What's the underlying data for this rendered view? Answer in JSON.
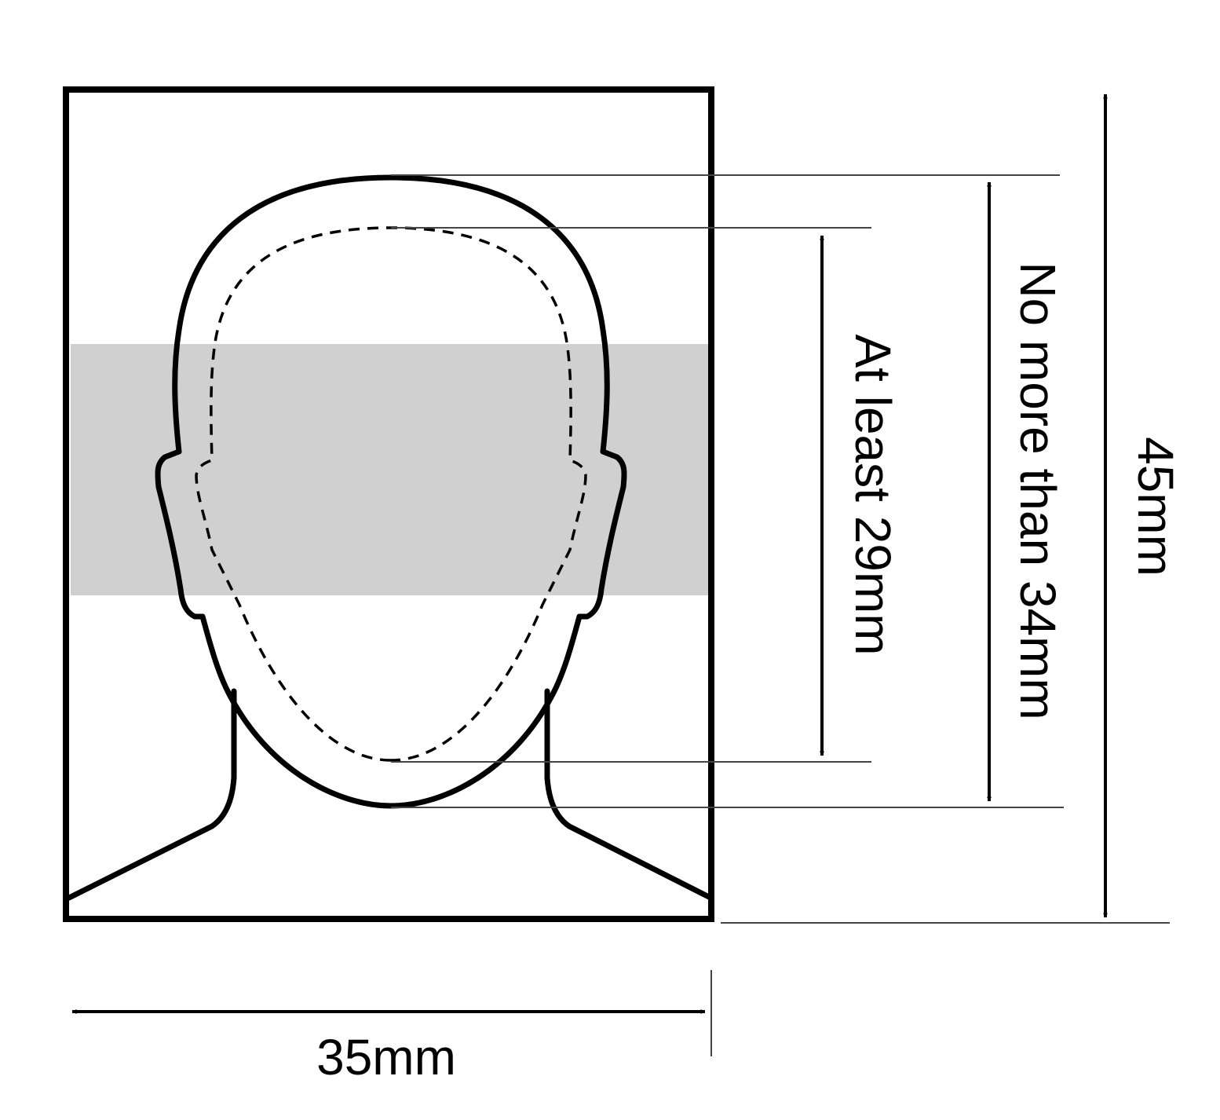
{
  "diagram": {
    "type": "passport-photo-size-guide",
    "labels": {
      "width": "35mm",
      "height": "45mm",
      "head_max": "No more than 34mm",
      "head_min": "At least 29mm"
    },
    "colors": {
      "stroke": "#000000",
      "guide_line": "#444444",
      "eye_band": "#d0d0d0",
      "background": "#ffffff"
    },
    "measurements_mm": {
      "photo_width": 35,
      "photo_height": 45,
      "head_height_min": 29,
      "head_height_max": 34
    }
  }
}
